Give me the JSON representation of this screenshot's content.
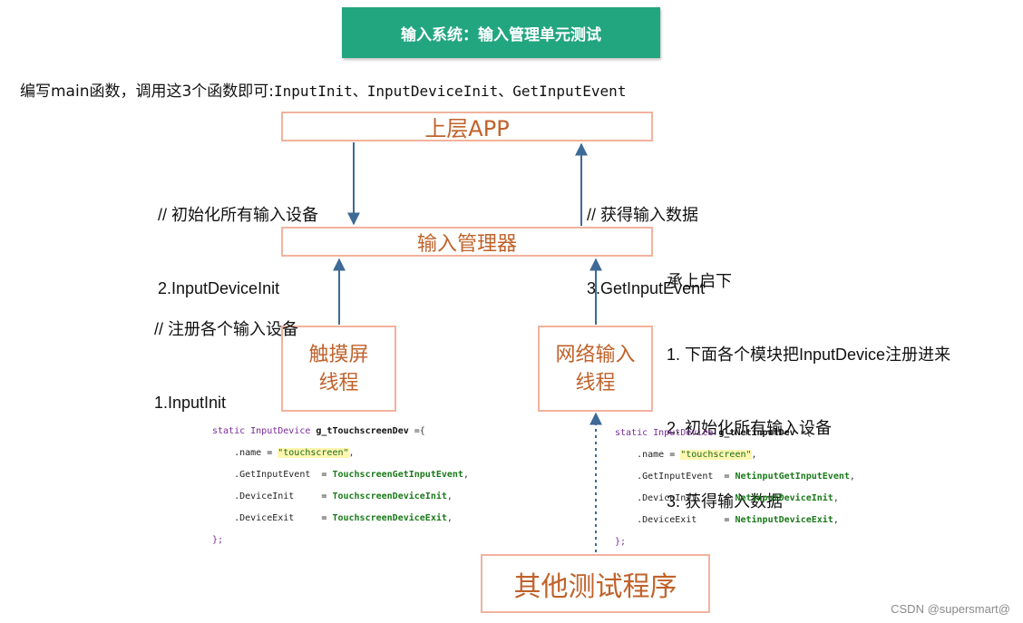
{
  "banner": {
    "title": "输入系统：输入管理单元测试"
  },
  "intro": {
    "prefix": "编写main函数，调用这3个函数即可:",
    "functions": "InputInit、InputDeviceInit、GetInputEvent"
  },
  "nodes": {
    "app": "上层APP",
    "manager": "输入管理器",
    "touch_line1": "触摸屏",
    "touch_line2": "线程",
    "net_line1": "网络输入",
    "net_line2": "线程",
    "other": "其他测试程序"
  },
  "edges": {
    "init_all_comment": "// 初始化所有输入设备",
    "init_all_fn": "2.InputDeviceInit",
    "get_event_comment": "// 获得输入数据",
    "get_event_fn": "3.GetInputEvent",
    "register_comment": "// 注册各个输入设备",
    "register_fn": "1.InputInit"
  },
  "manager_notes": {
    "title": "承上启下",
    "item1": "1. 下面各个模块把InputDevice注册进来",
    "item2": "2. 初始化所有输入设备",
    "item3": "3. 获得输入数据"
  },
  "code_touch": {
    "l1_kw": "static InputDevice ",
    "l1_name": "g_tTouchscreenDev",
    "l1_end": " ={",
    "l2_field": "    .name = ",
    "l2_val": "\"touchscreen\"",
    "l2_end": ",",
    "l3_field": "    .GetInputEvent  = ",
    "l3_val": "TouchscreenGetInputEvent",
    "l3_end": ",",
    "l4_field": "    .DeviceInit     = ",
    "l4_val": "TouchscreenDeviceInit",
    "l4_end": ",",
    "l5_field": "    .DeviceExit     = ",
    "l5_val": "TouchscreenDeviceExit",
    "l5_end": ",",
    "l6": "};"
  },
  "code_net": {
    "l1_kw": "static InputDevice ",
    "l1_name": "g_tNetinputDev",
    "l1_end": " ={",
    "l2_field": "    .name = ",
    "l2_val": "\"touchscreen\"",
    "l2_end": ",",
    "l3_field": "    .GetInputEvent  = ",
    "l3_val": "NetinputGetInputEvent",
    "l3_end": ",",
    "l4_field": "    .DeviceInit     = ",
    "l4_val": "NetinputDeviceInit",
    "l4_end": ",",
    "l5_field": "    .DeviceExit     = ",
    "l5_val": "NetinputDeviceExit",
    "l5_end": ",",
    "l6": "};"
  },
  "watermark": "CSDN @supersmart@",
  "colors": {
    "banner": "#22a680",
    "box_border": "#f2b29e",
    "box_text": "#c0622b",
    "arrow": "#3d6a96"
  }
}
